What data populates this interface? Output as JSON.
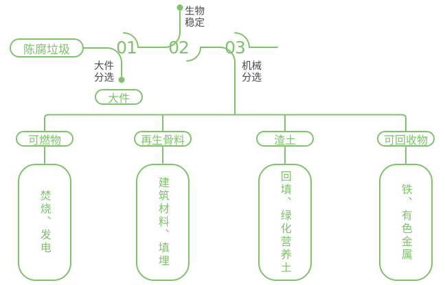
{
  "colors": {
    "accent_green": "#7cc36a",
    "label_dark": "#4a4a4a",
    "background": "#ffffff"
  },
  "flow": {
    "source": {
      "label": "陈腐垃圾"
    },
    "steps": [
      {
        "number": "01",
        "label": "大件\n分选",
        "output": "大件"
      },
      {
        "number": "02",
        "label": "生物\n稳定"
      },
      {
        "number": "03",
        "label": "机械\n分选"
      }
    ],
    "categories": [
      {
        "label": "可燃物",
        "outcome": "焚烧、发电"
      },
      {
        "label": "再生骨料",
        "outcome": "建筑材料、填埋"
      },
      {
        "label": "渣土",
        "outcome": "回填、绿化营养土"
      },
      {
        "label": "可回收物",
        "outcome": "铁、有色金属"
      }
    ]
  }
}
